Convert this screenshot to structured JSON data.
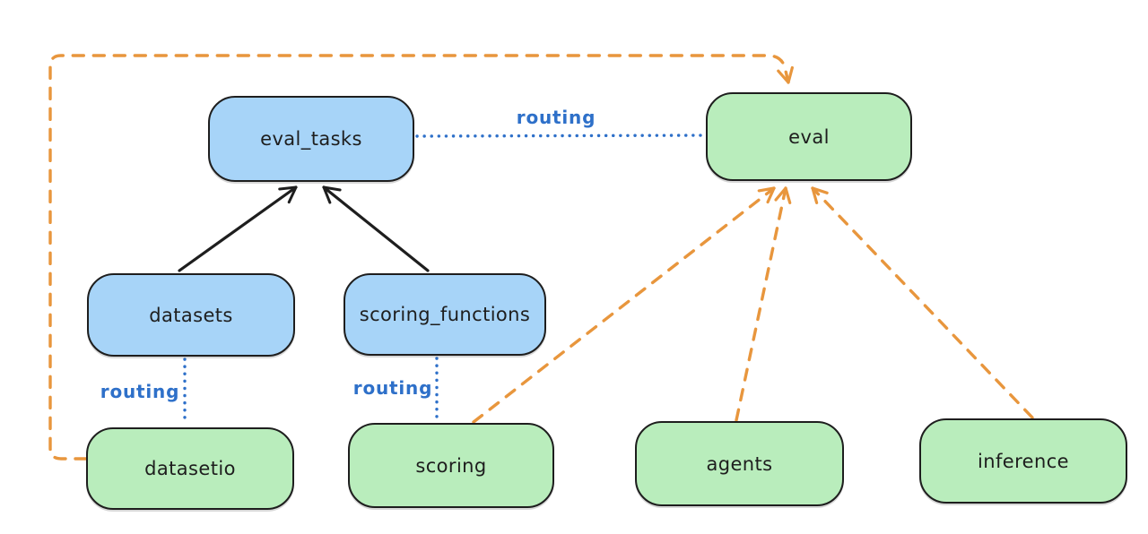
{
  "diagram": {
    "title": "",
    "nodes": [
      {
        "id": "eval_tasks",
        "label": "eval_tasks",
        "kind": "resource",
        "fill": "#a7d4f8"
      },
      {
        "id": "eval",
        "label": "eval",
        "kind": "api",
        "fill": "#b9edbc"
      },
      {
        "id": "datasets",
        "label": "datasets",
        "kind": "resource",
        "fill": "#a7d4f8"
      },
      {
        "id": "scoring_functions",
        "label": "scoring_functions",
        "kind": "resource",
        "fill": "#a7d4f8"
      },
      {
        "id": "datasetio",
        "label": "datasetio",
        "kind": "api",
        "fill": "#b9edbc"
      },
      {
        "id": "scoring",
        "label": "scoring",
        "kind": "api",
        "fill": "#b9edbc"
      },
      {
        "id": "agents",
        "label": "agents",
        "kind": "api",
        "fill": "#b9edbc"
      },
      {
        "id": "inference",
        "label": "inference",
        "kind": "api",
        "fill": "#b9edbc"
      }
    ],
    "routing_labels": [
      {
        "text": "routing",
        "between": "eval_tasks-eval"
      },
      {
        "text": "routing",
        "between": "datasets-datasetio"
      },
      {
        "text": "routing",
        "between": "scoring_functions-scoring"
      }
    ],
    "edges": [
      {
        "from": "datasets",
        "to": "eval_tasks",
        "style": "solid-black-arrow"
      },
      {
        "from": "scoring_functions",
        "to": "eval_tasks",
        "style": "solid-black-arrow"
      },
      {
        "from": "eval_tasks",
        "to": "eval",
        "style": "dotted-blue",
        "label": "routing"
      },
      {
        "from": "datasets",
        "to": "datasetio",
        "style": "dotted-blue",
        "label": "routing"
      },
      {
        "from": "scoring_functions",
        "to": "scoring",
        "style": "dotted-blue",
        "label": "routing"
      },
      {
        "from": "datasetio",
        "to": "eval",
        "style": "dashed-orange-arrow"
      },
      {
        "from": "scoring",
        "to": "eval",
        "style": "dashed-orange-arrow"
      },
      {
        "from": "agents",
        "to": "eval",
        "style": "dashed-orange-arrow"
      },
      {
        "from": "inference",
        "to": "eval",
        "style": "dashed-orange-arrow"
      }
    ],
    "colors": {
      "blue_fill": "#a7d4f8",
      "green_fill": "#b9edbc",
      "stroke": "#1e1e1e",
      "routing_blue": "#2e70c9",
      "orange": "#e8963d",
      "background": "#ffffff"
    }
  }
}
